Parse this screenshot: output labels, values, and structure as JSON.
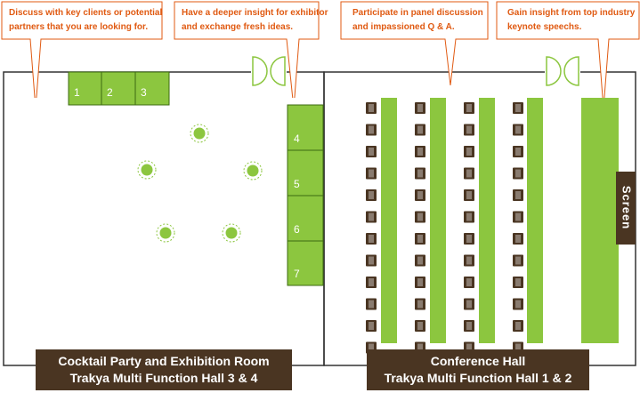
{
  "callouts": [
    {
      "line1": "Discuss with key clients or potential",
      "line2": "partners that you are looking for."
    },
    {
      "line1": "Have a deeper insight for exhibitor",
      "line2": "and exchange fresh ideas."
    },
    {
      "line1": "Participate in panel discussion",
      "line2": "and impassioned Q & A."
    },
    {
      "line1": "Gain insight from top industry",
      "line2": "keynote speechs."
    }
  ],
  "booths_top": [
    "1",
    "2",
    "3"
  ],
  "booths_side": [
    "4",
    "5",
    "6",
    "7"
  ],
  "screen_label": "Screen",
  "rooms": {
    "left": {
      "line1": "Cocktail Party and Exhibition Room",
      "line2": "Trakya Multi Function Hall 3 & 4"
    },
    "right": {
      "line1": "Conference Hall",
      "line2": "Trakya Multi Function Hall 1 & 2"
    }
  },
  "colors": {
    "accent_orange": "#e05a12",
    "booth_green": "#8cc63f",
    "label_brown": "#4a3522",
    "chair_brown": "#4a3522"
  }
}
